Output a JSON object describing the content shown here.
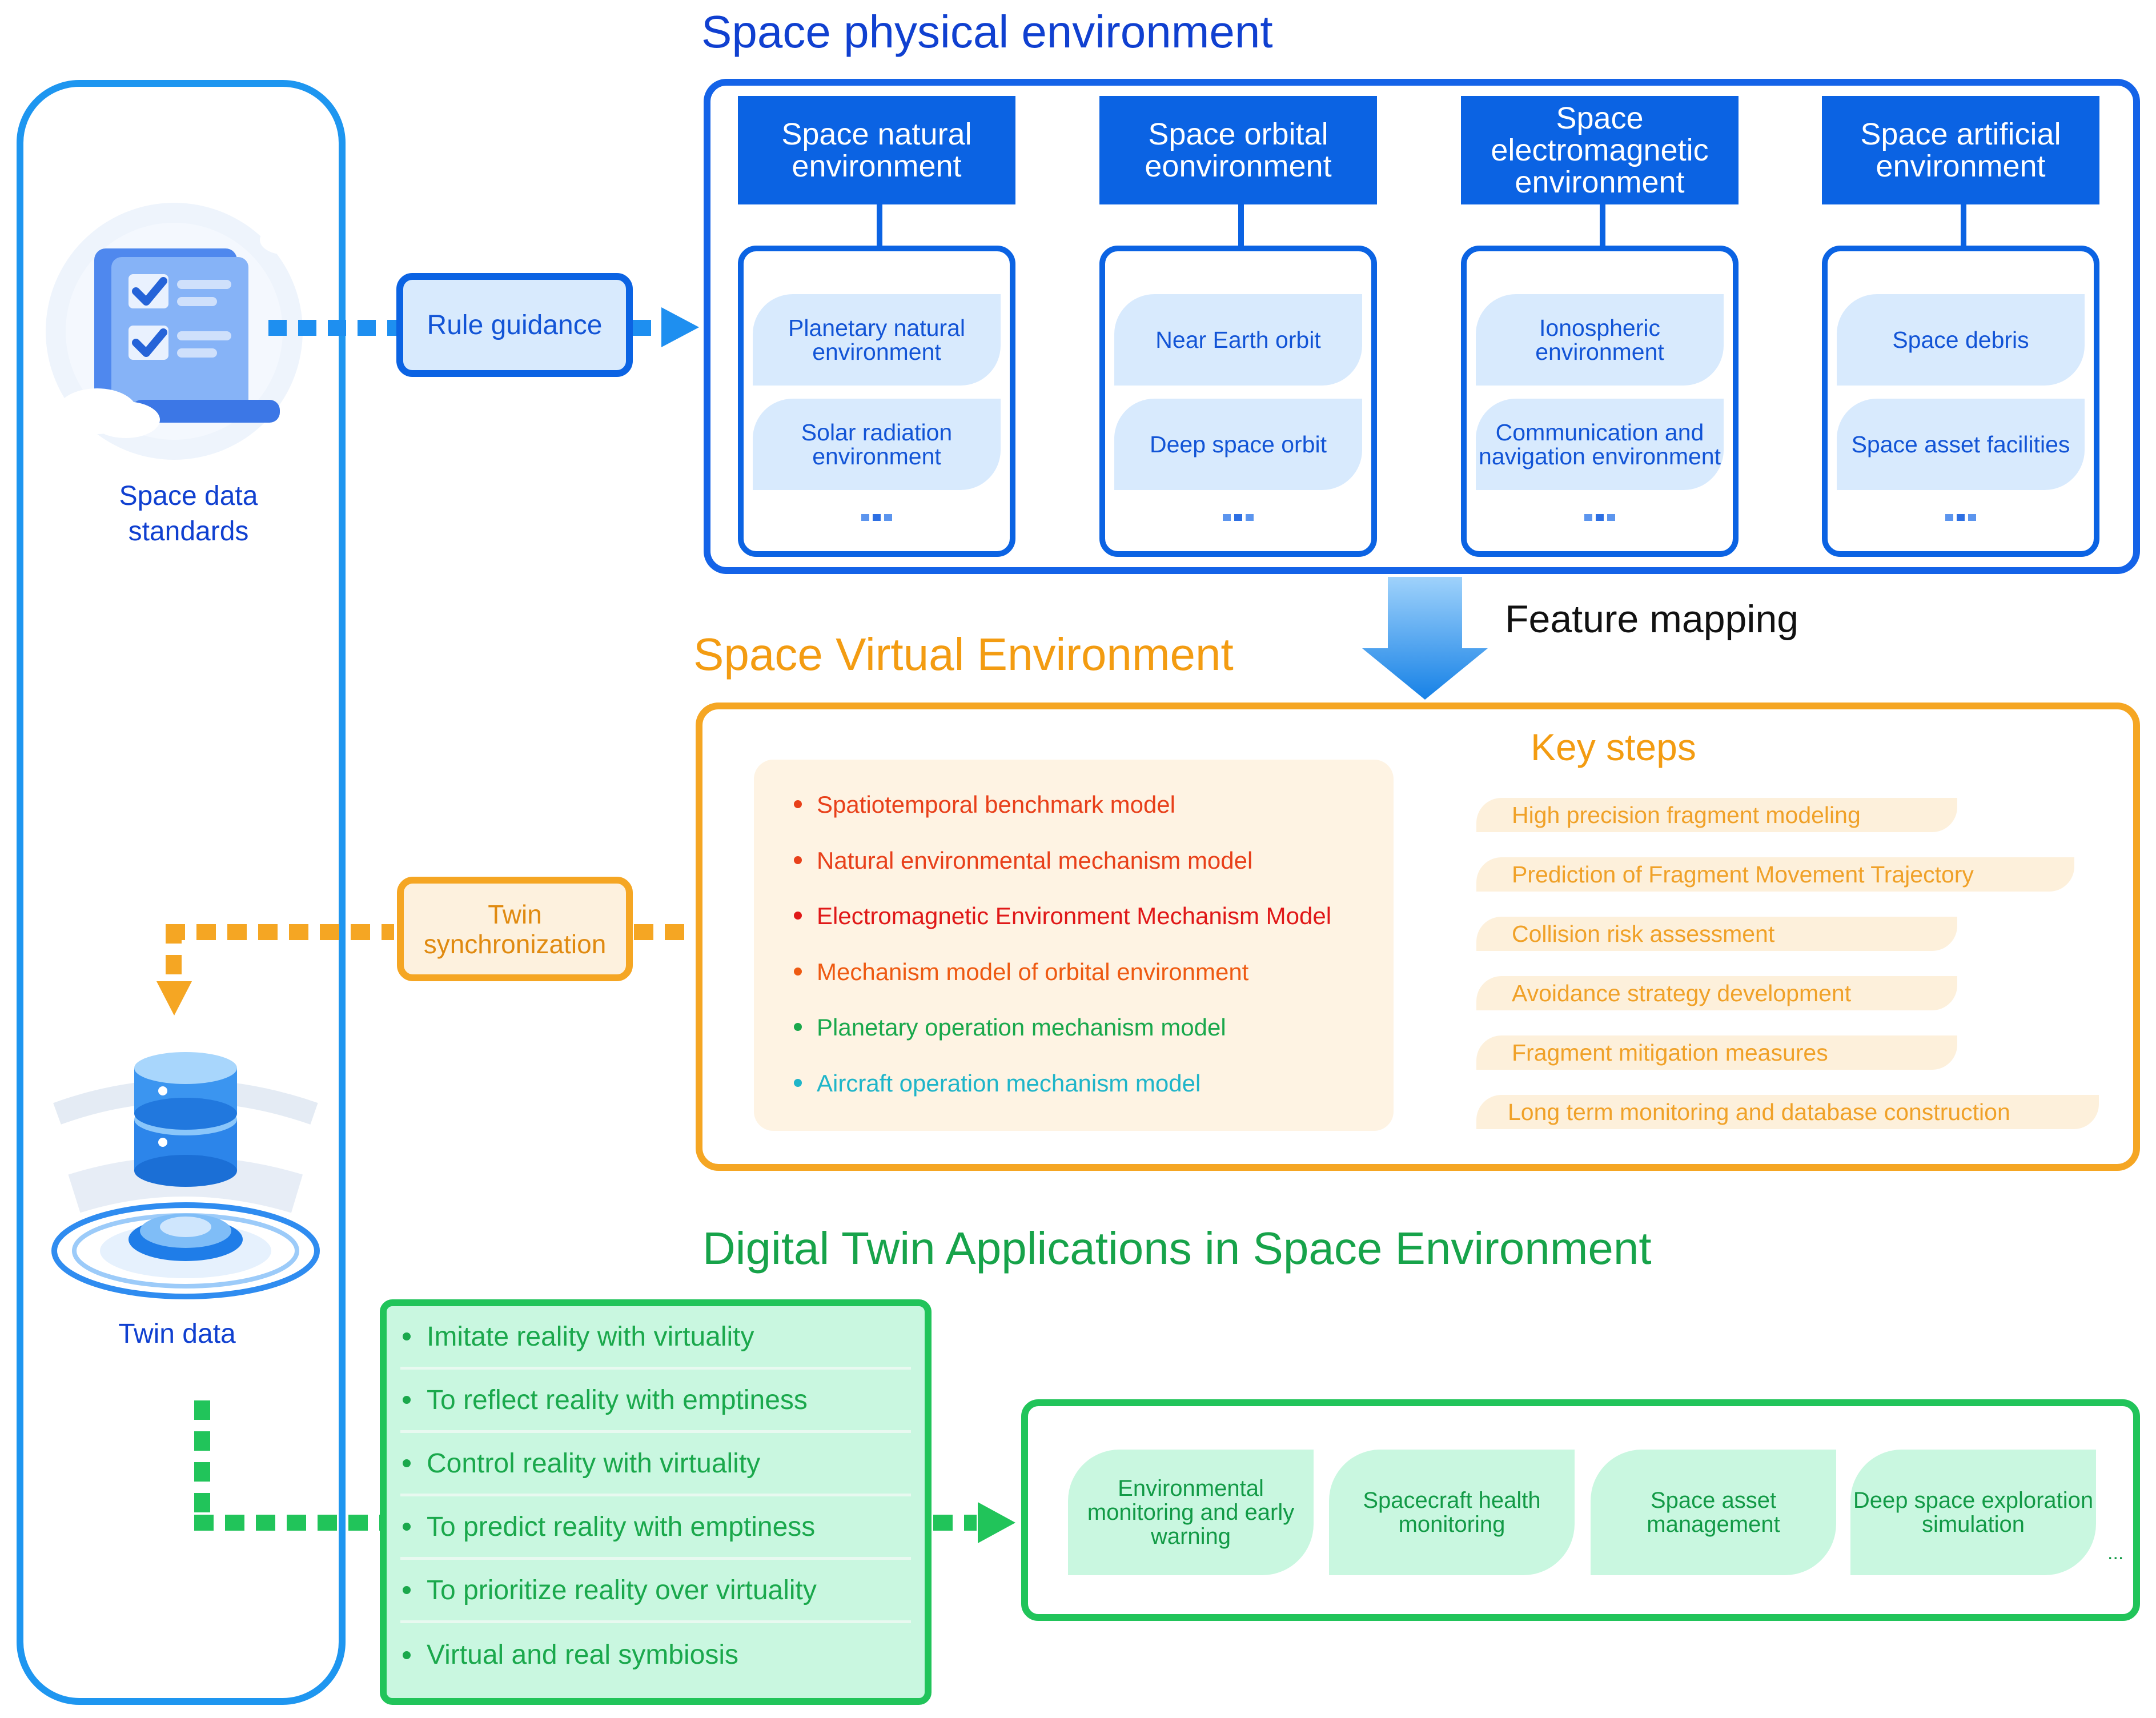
{
  "sections": {
    "physical_title": "Space physical environment",
    "virtual_title": "Space Virtual Environment",
    "apps_title": "Digital Twin Applications in Space Environment"
  },
  "left": {
    "standards_label": "Space data standards",
    "twin_data_label": "Twin data"
  },
  "connectors": {
    "rule_guidance": "Rule guidance",
    "twin_sync": "Twin synchronization",
    "feature_mapping": "Feature mapping"
  },
  "physical": {
    "categories": [
      {
        "title": "Space natural environment",
        "items": [
          "Planetary natural environment",
          "Solar radiation environment"
        ]
      },
      {
        "title": "Space orbital eonvironment",
        "items": [
          "Near Earth orbit",
          "Deep space orbit"
        ]
      },
      {
        "title": "Space electromagnetic environment",
        "items": [
          "Ionospheric environment",
          "Communication and navigation environment"
        ]
      },
      {
        "title": "Space artificial environment",
        "items": [
          "Space debris",
          "Space asset facilities"
        ]
      }
    ]
  },
  "virtual": {
    "models": [
      {
        "text": "Spatiotemporal benchmark model",
        "color": "#e8401a"
      },
      {
        "text": "Natural environmental mechanism model",
        "color": "#e8401a"
      },
      {
        "text": "Electromagnetic Environment Mechanism Model",
        "color": "#e01818"
      },
      {
        "text": "Mechanism model of orbital environment",
        "color": "#ee5a12"
      },
      {
        "text": "Planetary operation mechanism model",
        "color": "#1aa84c"
      },
      {
        "text": "Aircraft operation mechanism model",
        "color": "#1fb5c9"
      }
    ],
    "key_steps_title": "Key steps",
    "key_steps": [
      "High precision fragment modeling",
      "Prediction of Fragment Movement Trajectory",
      "Collision risk assessment",
      "Avoidance strategy development",
      "Fragment mitigation measures",
      "Long term monitoring and database construction"
    ]
  },
  "apps": {
    "principles": [
      "Imitate reality with virtuality",
      "To reflect reality with emptiness",
      "Control reality with virtuality",
      "To predict reality with emptiness",
      "To prioritize reality over virtuality",
      "Virtual and real symbiosis"
    ],
    "applications": [
      "Environmental monitoring and early warning",
      "Spacecraft health monitoring",
      "Space asset management",
      "Deep space exploration simulation"
    ],
    "more": "..."
  },
  "colors": {
    "blue": "#0b63e3",
    "orange": "#f5a623",
    "green": "#21c45a"
  }
}
